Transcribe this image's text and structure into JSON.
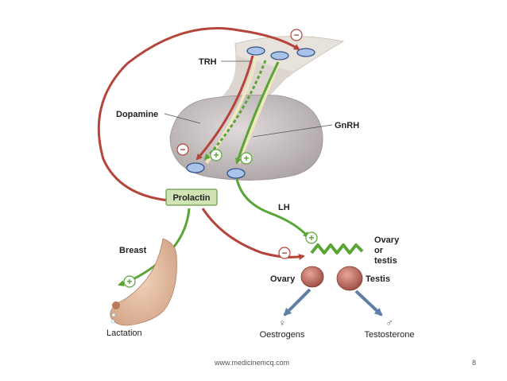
{
  "labels": {
    "trh": "TRH",
    "dopamine": "Dopamine",
    "gnrh": "GnRH",
    "prolactin": "Prolactin",
    "lh": "LH",
    "breast": "Breast",
    "ovary_or_testis": [
      "Ovary",
      "or",
      "testis"
    ],
    "ovary": "Ovary",
    "testis": "Testis",
    "lactation": "Lactation",
    "oestrogens": "Oestrogens",
    "testosterone": "Testosterone"
  },
  "signs": {
    "minus": "−",
    "plus": "+"
  },
  "symbols": {
    "female": "♀",
    "male": "♂"
  },
  "footer": {
    "url": "www.medicinemcq.com",
    "page": "8"
  },
  "colors": {
    "inhibitory_arrow": "#b5453a",
    "stimulatory_arrow": "#5aa537",
    "pituitary": "#cbc4c4",
    "hypothalamus": "#e8e2dc",
    "prolactin_box": "#cfe3b4",
    "receptor": "#a9c4e8",
    "hormone_output_arrow": "#5f7fa6"
  }
}
